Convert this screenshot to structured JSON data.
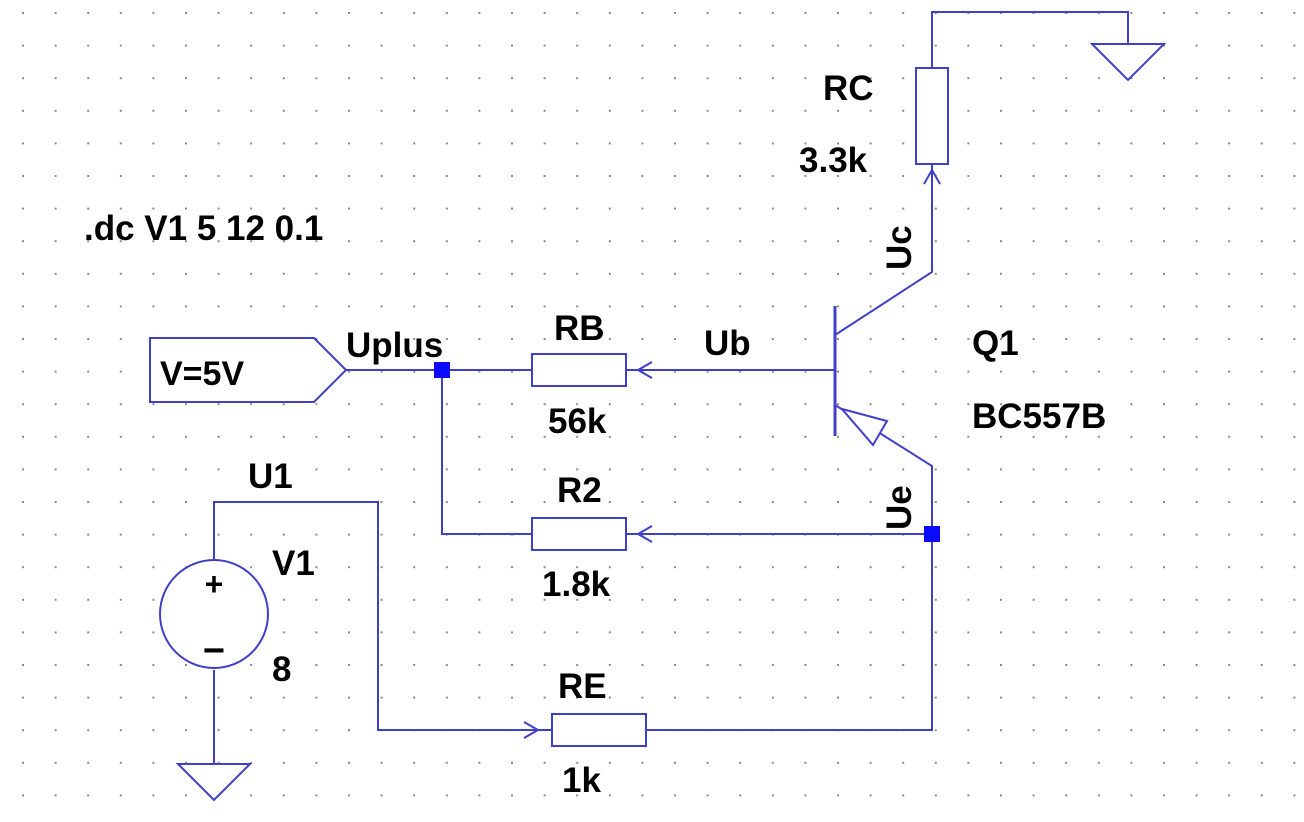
{
  "directive": ".dc V1 5 12 0.1",
  "labels": {
    "uplus": "Uplus",
    "ub": "Ub",
    "uc": "Uc",
    "ue": "Ue",
    "u1": "U1"
  },
  "components": {
    "rc": {
      "name": "RC",
      "value": "3.3k"
    },
    "rb": {
      "name": "RB",
      "value": "56k"
    },
    "r2": {
      "name": "R2",
      "value": "1.8k"
    },
    "re": {
      "name": "RE",
      "value": "1k"
    },
    "q1": {
      "name": "Q1",
      "model": "BC557B"
    },
    "v1": {
      "name": "V1",
      "value": "8",
      "plus": "+",
      "minus": "−"
    },
    "vsrc": {
      "text": "V=5V"
    }
  },
  "colors": {
    "wire": "#3f3fc8",
    "junction": "#0a0aff",
    "grid": "#8c8c8c",
    "background": "#ffffff"
  }
}
